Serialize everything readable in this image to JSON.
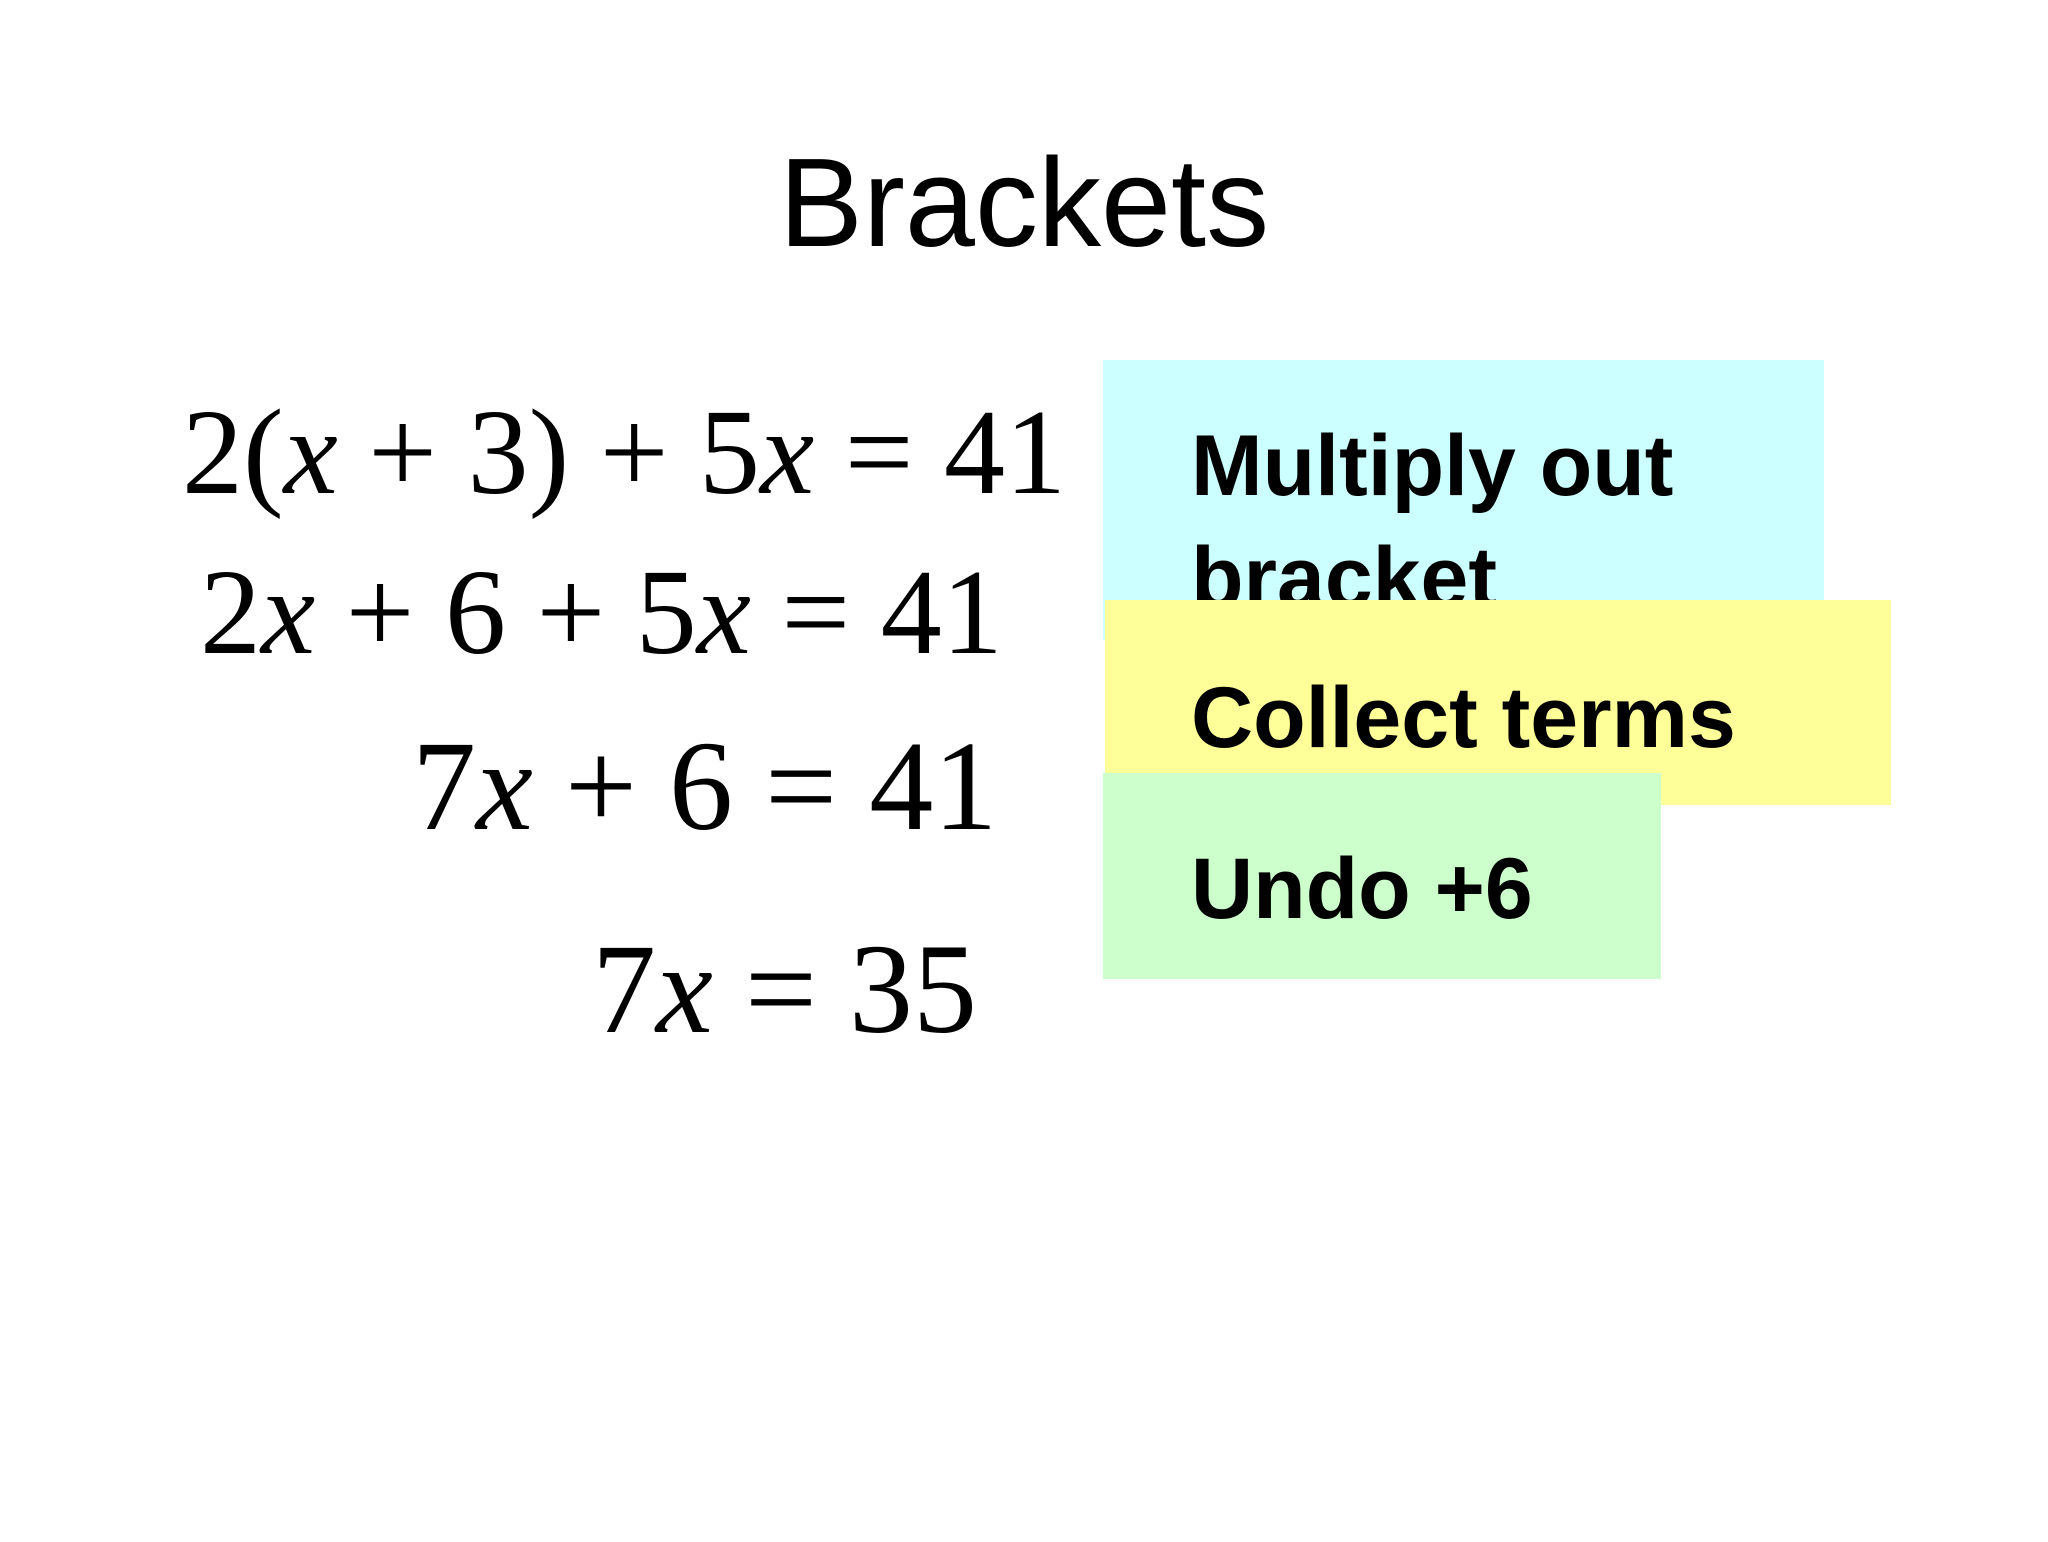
{
  "slide": {
    "title": "Brackets",
    "equations": [
      {
        "parts": [
          "2(",
          "x",
          " + 3) + 5",
          "x",
          " = 41"
        ]
      },
      {
        "parts": [
          "2",
          "x",
          " + 6 + 5",
          "x",
          " = 41"
        ]
      },
      {
        "parts": [
          "7",
          "x",
          " + 6 = 41"
        ]
      },
      {
        "parts": [
          "7",
          "x",
          " = 35"
        ]
      }
    ],
    "notes": [
      {
        "text": "Multiply out bracket",
        "color": "#ccffff"
      },
      {
        "text": "Collect terms",
        "color": "#ffff99"
      },
      {
        "text": "Undo +6",
        "color": "#ccffcc"
      }
    ]
  }
}
